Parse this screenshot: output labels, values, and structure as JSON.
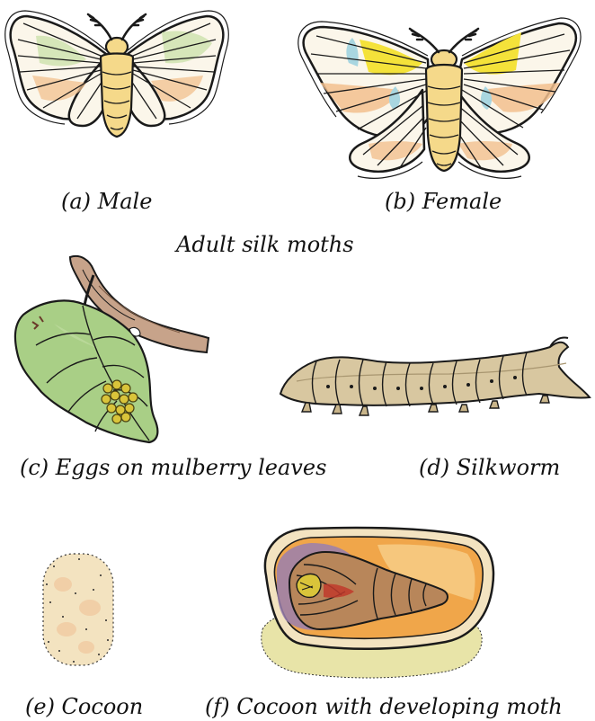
{
  "captions": {
    "male": "(a) Male",
    "female": "(b) Female",
    "adult_group": "Adult silk moths",
    "eggs": "(c) Eggs on mulberry leaves",
    "silkworm": "(d) Silkworm",
    "cocoon": "(e) Cocoon",
    "cocoon_moth": "(f) Cocoon with developing moth"
  },
  "colors": {
    "outline": "#1a1a1a",
    "moth_body": "#f5d98a",
    "wing_fill": "#fbf6ea",
    "wing_green": "#cfe3b0",
    "wing_orange": "#f2c08e",
    "wing_yellow": "#f4e23a",
    "wing_blue": "#a9d6e0",
    "leaf_green": "#a9cf86",
    "branch_brown": "#c7a38a",
    "egg_yellow": "#d9c43a",
    "silkworm_tan": "#d8c7a0",
    "cocoon_cream": "#f3e3c0",
    "cocoon_purple": "#9a7fae",
    "cocoon_orange": "#f0a64a",
    "pupa_brown": "#b8865a"
  }
}
